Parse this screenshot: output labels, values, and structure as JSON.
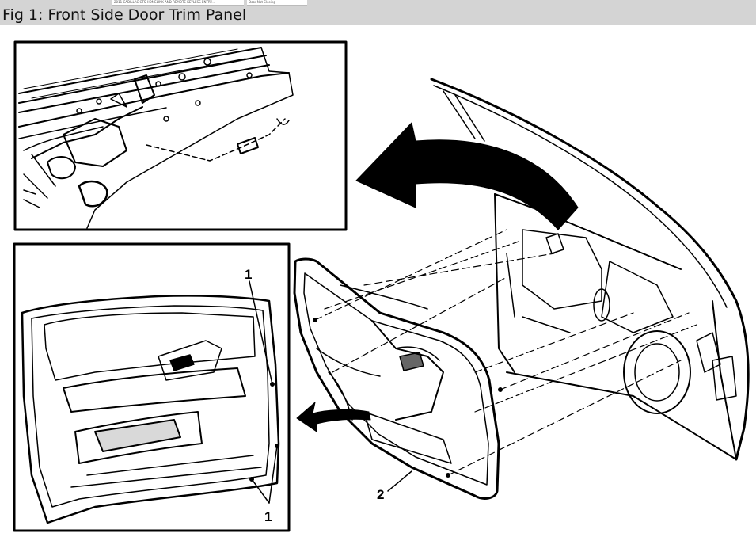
{
  "header": {
    "thumb_left_text": "2011 CADILLAC CTS HOMELINK AND REMOTE KEYLESS ENTRY...",
    "thumb_right_text": "Door Not Closing",
    "figure_title": "Fig 1: Front Side Door Trim Panel"
  },
  "callouts": {
    "label_1_top": "1",
    "label_1_bottom": "1",
    "label_2": "2"
  },
  "colors": {
    "header_bg": "#d4d4d4",
    "line": "#000000",
    "background": "#ffffff"
  }
}
